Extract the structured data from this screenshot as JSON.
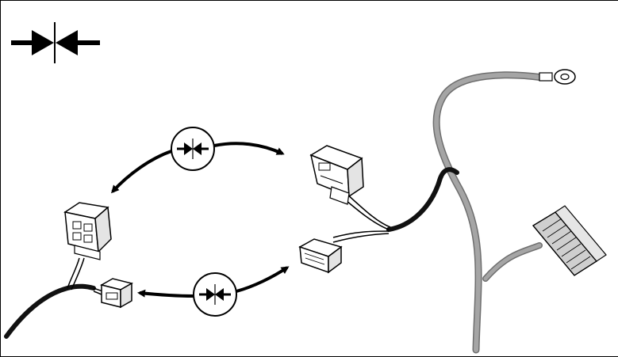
{
  "diagram": {
    "symbol": "connect-symbol",
    "colors": {
      "ink": "#000000",
      "harness_black": "#111111",
      "harness_gray": "#9a9a9a",
      "harness_gray_dark": "#6e6e6e",
      "connector_fill": "#ffffff",
      "connector_shade": "#d9d9d9",
      "background": "#ffffff"
    },
    "connections": [
      {
        "from": "connector-large-left",
        "to": "connector-large-right",
        "icon": "connect-icon"
      },
      {
        "from": "connector-small-left",
        "to": "connector-small-right",
        "icon": "connect-icon"
      }
    ]
  }
}
